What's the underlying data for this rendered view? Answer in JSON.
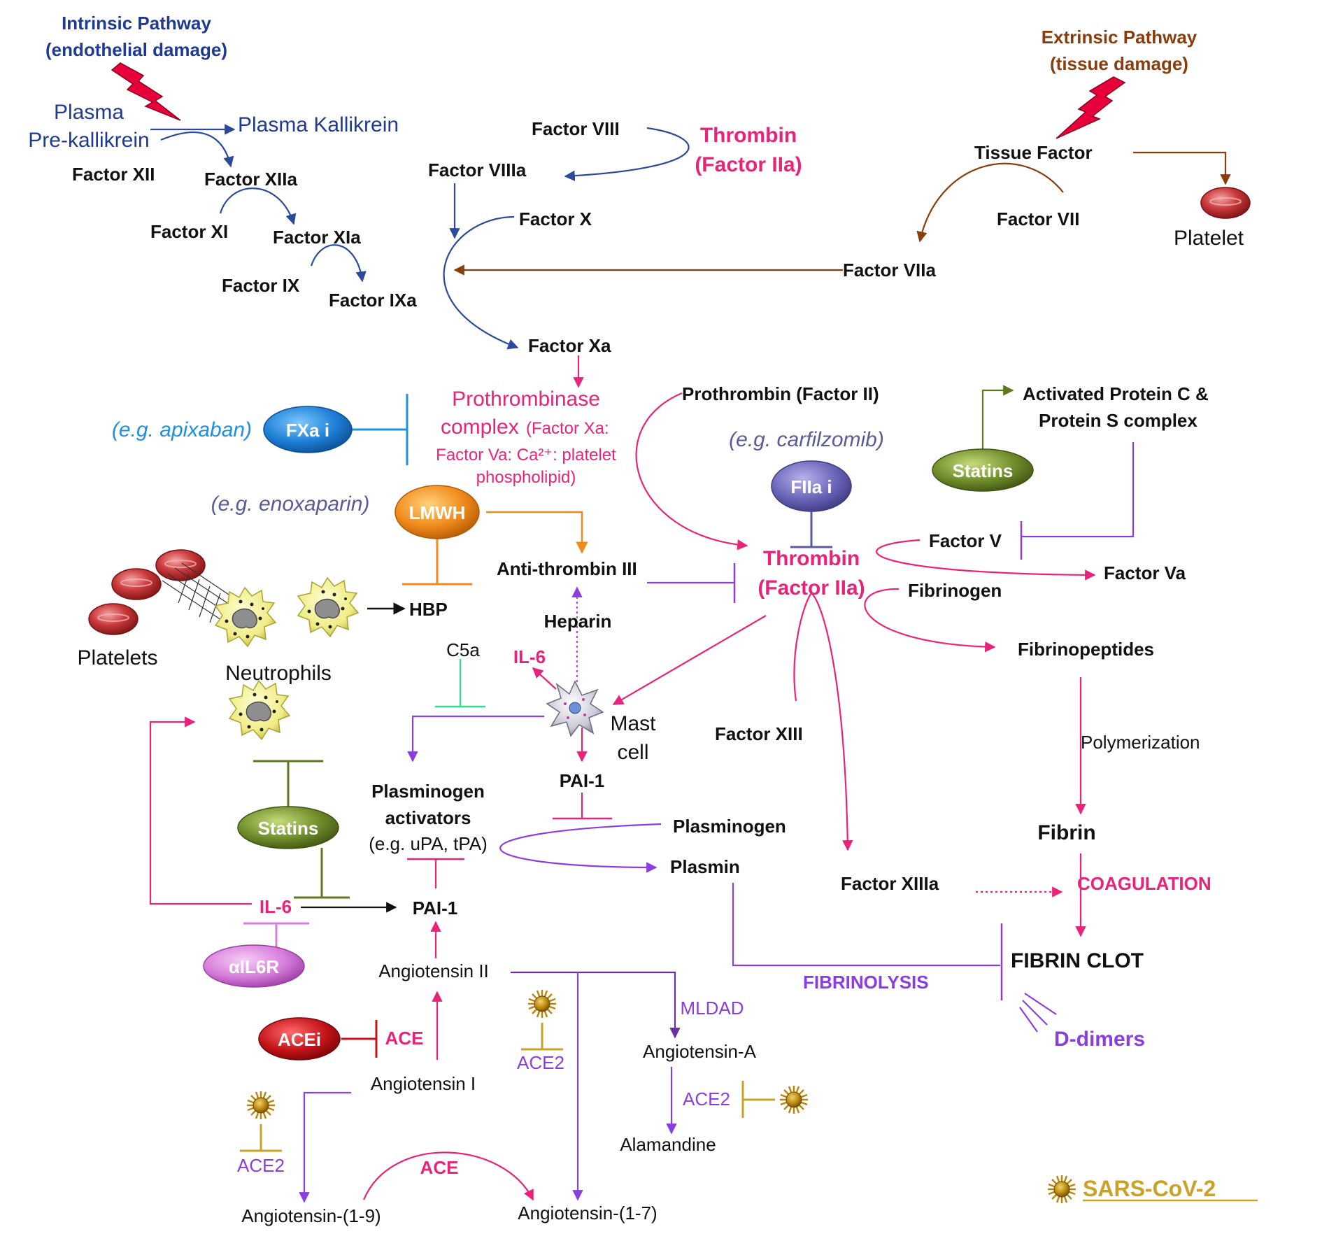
{
  "intrinsic": {
    "title_line1": "Intrinsic Pathway",
    "title_line2": "(endothelial damage)"
  },
  "extrinsic": {
    "title_line1": "Extrinsic Pathway",
    "title_line2": "(tissue damage)"
  },
  "factors": {
    "plasma": "Plasma",
    "prekallikrein": "Pre-kallikrein",
    "plasma_kallikrein": "Plasma Kallikrein",
    "factor_xii": "Factor XII",
    "factor_xiia": "Factor XIIa",
    "factor_xi": "Factor XI",
    "factor_xia": "Factor XIa",
    "factor_ix": "Factor IX",
    "factor_ixa": "Factor IXa",
    "factor_viii": "Factor VIII",
    "factor_viiia": "Factor VIIIa",
    "factor_x": "Factor X",
    "factor_xa": "Factor Xa",
    "thrombin_top_1": "Thrombin",
    "thrombin_top_2": "(Factor IIa)",
    "tissue_factor": "Tissue Factor",
    "factor_vii": "Factor VII",
    "factor_viia": "Factor VIIa",
    "platelet": "Platelet"
  },
  "prothrombinase": {
    "line1": "Prothrombinase",
    "line2": "complex",
    "line2_detail": "(Factor Xa:",
    "line3": "Factor Va: Ca²⁺: platelet",
    "line4": "phospholipid)"
  },
  "drugs": {
    "apixaban_example": "(e.g. apixaban)",
    "fxa_i": "FXa i",
    "enoxaparin_example": "(e.g. enoxaparin)",
    "lmwh": "LMWH",
    "carfilzomib_example": "(e.g. carfilzomib)",
    "fiia_i": "FIIa i",
    "statins_top": "Statins",
    "statins_mid": "Statins",
    "ail6r": "αIL6R",
    "acei": "ACEi"
  },
  "middle": {
    "prothrombin": "Prothrombin (Factor II)",
    "apc_line1": "Activated Protein C &",
    "apc_line2": "Protein S complex",
    "factor_v": "Factor V",
    "factor_va": "Factor Va",
    "thrombin_1": "Thrombin",
    "thrombin_2": "(Factor IIa)",
    "antithrombin": "Anti-thrombin III",
    "fibrinogen": "Fibrinogen",
    "fibrinopeptides": "Fibrinopeptides",
    "hbp": "HBP",
    "platelets": "Platelets",
    "neutrophils": "Neutrophils",
    "heparin": "Heparin",
    "c5a": "C5a",
    "il6_top": "IL-6",
    "mast_1": "Mast",
    "mast_2": "cell",
    "pai1_top": "PAI-1",
    "factor_xiii": "Factor XIII",
    "polymerization": "Polymerization",
    "pa_line1": "Plasminogen",
    "pa_line2": "activators",
    "pa_line3": "(e.g. uPA, tPA)",
    "plasminogen": "Plasminogen",
    "plasmin": "Plasmin",
    "fibrin": "Fibrin",
    "factor_xiiia": "Factor XIIIa",
    "coagulation": "COAGULATION",
    "il6_bottom": "IL-6",
    "pai1_bottom": "PAI-1",
    "fibrin_clot": "FIBRIN CLOT",
    "fibrinolysis": "FIBRINOLYSIS",
    "d_dimers": "D-dimers"
  },
  "ras": {
    "angiotensin_ii": "Angiotensin II",
    "ace_upper": "ACE",
    "angiotensin_i": "Angiotensin I",
    "ace2_left": "ACE2",
    "ace2_mid": "ACE2",
    "ace2_right": "ACE2",
    "mldad": "MLDAD",
    "angiotensin_a": "Angiotensin-A",
    "alamandine": "Alamandine",
    "angiotensin_1_9": "Angiotensin-(1-9)",
    "ace_lower": "ACE",
    "angiotensin_1_7": "Angiotensin-(1-7)"
  },
  "legend": {
    "sars": "SARS-CoV-2"
  },
  "colors": {
    "intrinsic_blue": "#1f3a93",
    "thrombin_pink": "#e8237a",
    "fibrinolysis_purple": "#8a3ee0",
    "extrinsic_brown": "#8a3d0c",
    "sars_gold": "#c9a227"
  },
  "icons": {
    "lightning": "lightning-bolt-icon",
    "virus": "sars-cov-2-virus-icon",
    "platelet": "platelet-icon",
    "neutrophil": "neutrophil-icon",
    "mast_cell": "mast-cell-icon"
  }
}
